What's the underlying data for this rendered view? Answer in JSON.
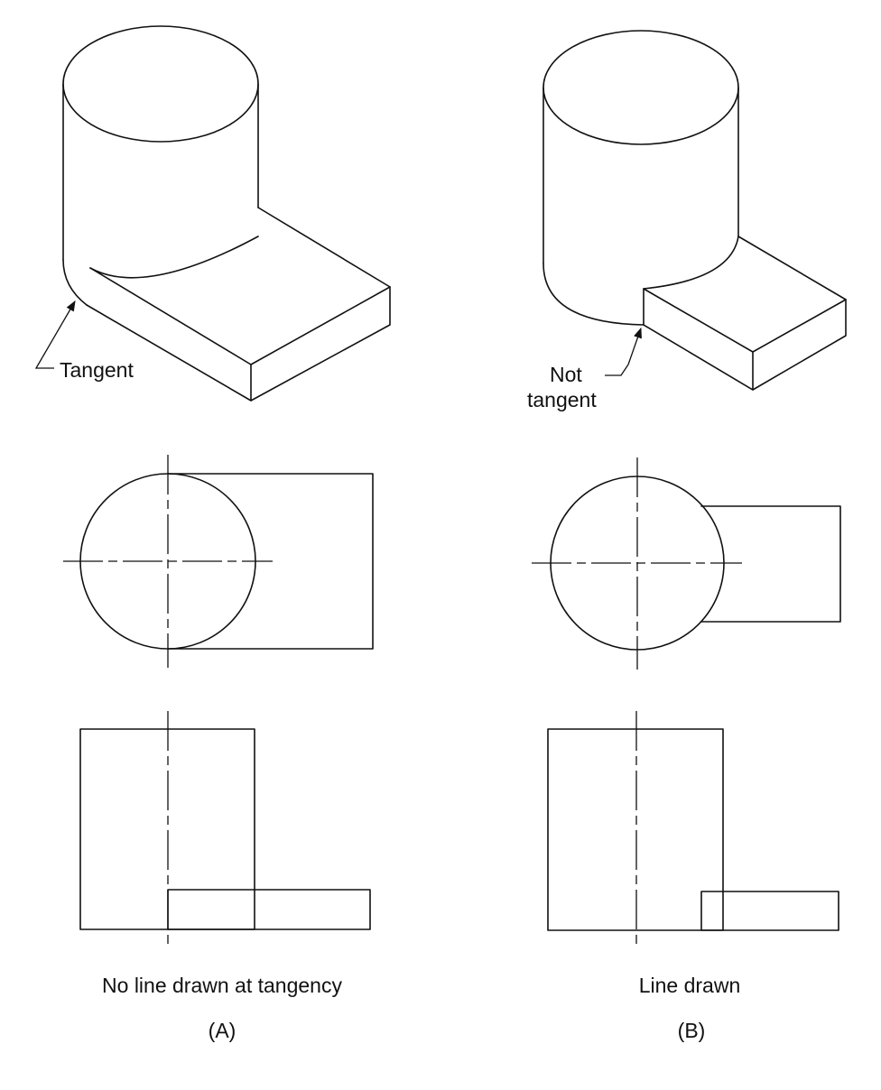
{
  "labels": {
    "tangent": "Tangent",
    "not_tangent_line1": "Not",
    "not_tangent_line2": "tangent",
    "caption_a": "No line drawn at  tangency",
    "caption_b": "Line drawn",
    "panel_a": "(A)",
    "panel_b": "(B)"
  }
}
